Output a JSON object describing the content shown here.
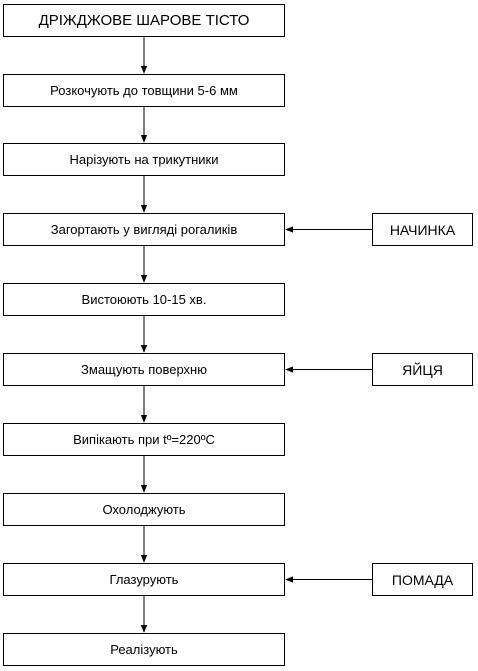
{
  "diagram": {
    "steps": [
      {
        "label": "ДРІЖДЖОВЕ ШАРОВЕ ТІСТО"
      },
      {
        "label": "Розкочують до товщини 5-6 мм"
      },
      {
        "label": "Нарізують на трикутники"
      },
      {
        "label": "Загортають у вигляді рогаликів"
      },
      {
        "label": "Вистоюють 10-15 хв."
      },
      {
        "label": "Змащують поверхню"
      },
      {
        "label": "Випікають при tº=220ºC"
      },
      {
        "label": "Охолоджують"
      },
      {
        "label": "Глазурують"
      },
      {
        "label": "Реалізують"
      }
    ],
    "inputs": [
      {
        "label": "НАЧИНКА",
        "target_step": 3
      },
      {
        "label": "ЯЙЦЯ",
        "target_step": 5
      },
      {
        "label": "ПОМАДА",
        "target_step": 8
      }
    ],
    "line_color": "#000000"
  }
}
